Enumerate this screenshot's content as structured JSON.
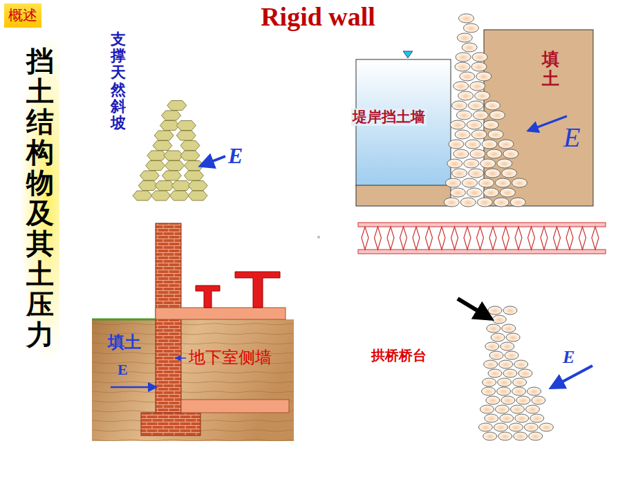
{
  "diagram": {
    "title": "Rigid wall",
    "nodes": [
      {
        "text": [
          "概述"
        ]
      },
      {
        "text": [
          "挡土结构物及其土压力"
        ]
      }
    ],
    "labels": [
      "支撑天然斜坡",
      "E",
      "堤岸挡土墙",
      "填土",
      "E",
      "填土",
      "E",
      "地下室侧墙",
      "拱桥桥台",
      "E"
    ]
  }
}
